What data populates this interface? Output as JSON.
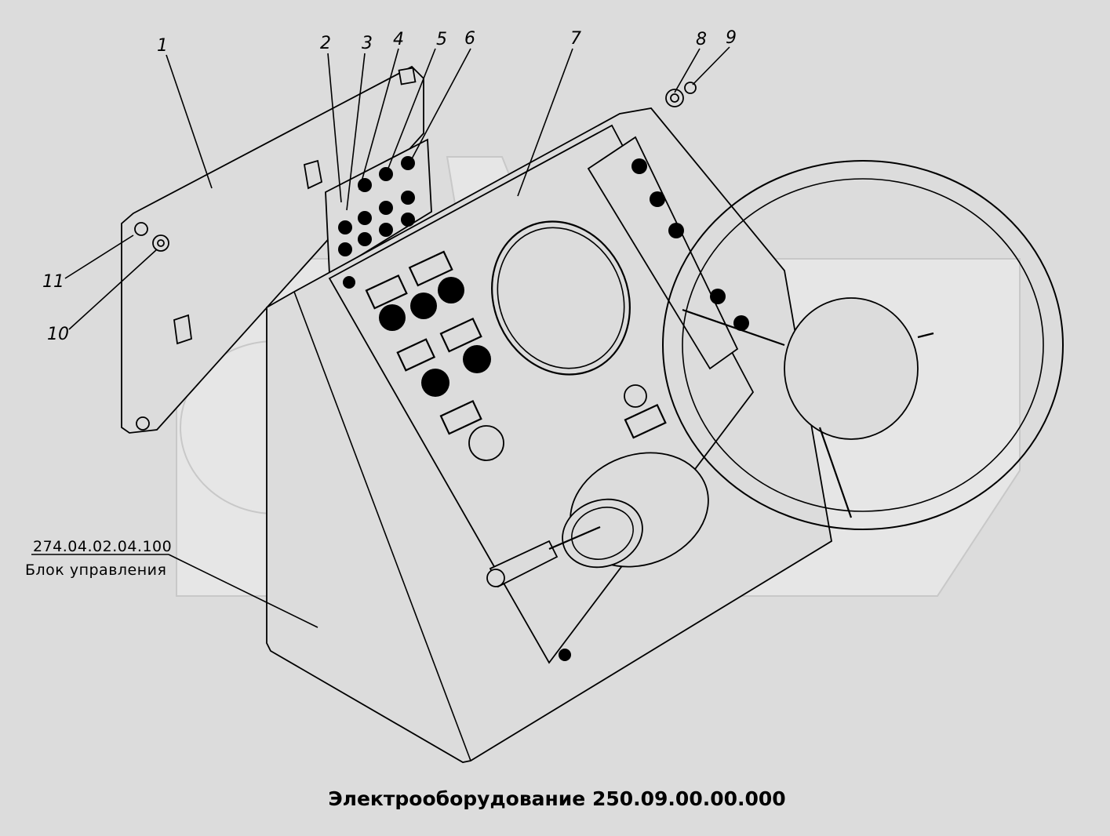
{
  "diagram": {
    "title": "Электрооборудование 250.09.00.00.000",
    "subassembly": {
      "code": "274.04.02.04.100",
      "name": "Блок управления"
    },
    "callouts": [
      "1",
      "2",
      "3",
      "4",
      "5",
      "6",
      "7",
      "8",
      "9",
      "10",
      "11"
    ],
    "colors": {
      "background": "#dcdcdc",
      "line": "#000000",
      "watermark": "#e6e6e6"
    }
  }
}
